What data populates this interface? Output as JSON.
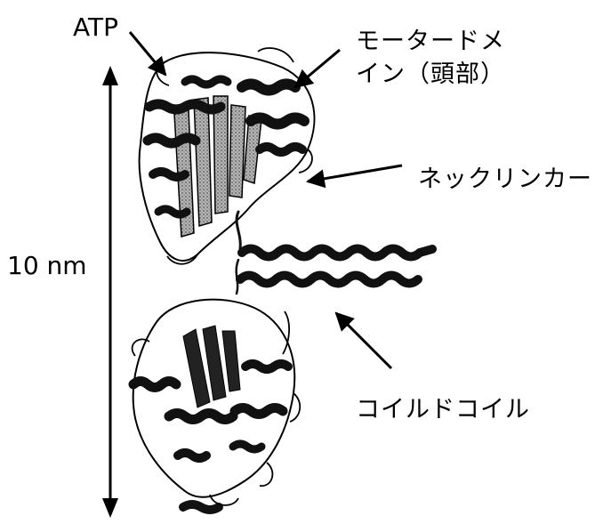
{
  "labels": {
    "atp": "ATP",
    "motor_line1": "モータードメ",
    "motor_line2": "イン（頭部）",
    "neck_linker": "ネックリンカー",
    "scale": "10 nm",
    "coiled_coil": "コイルドコイル"
  },
  "colors": {
    "ink": "#000000",
    "helix": "#1a1a1a",
    "sheet": "#9a9a9a",
    "background": "#ffffff"
  }
}
